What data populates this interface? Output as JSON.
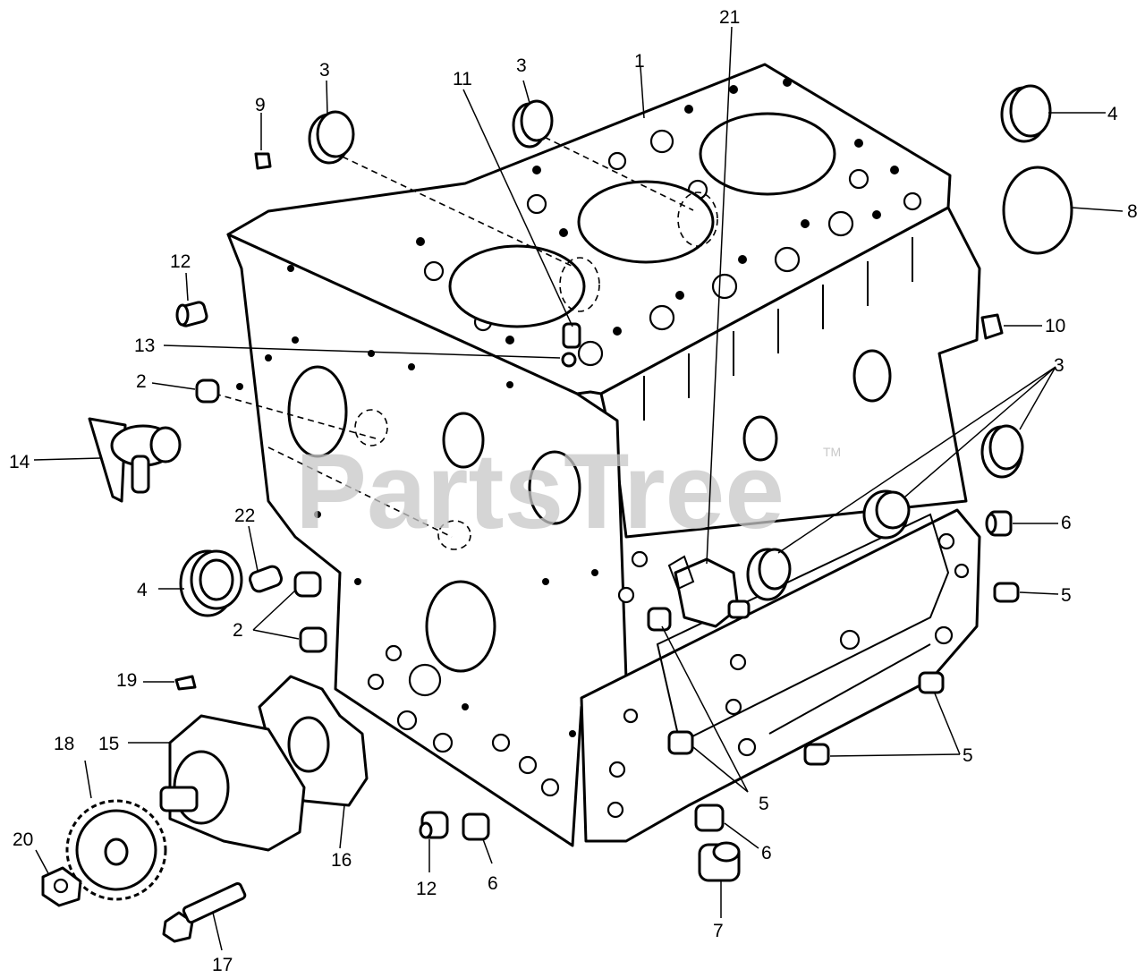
{
  "watermark": {
    "text": "PartsTree",
    "trademark": "TM"
  },
  "callouts": [
    {
      "id": "c1",
      "label": "1"
    },
    {
      "id": "c2a",
      "label": "2"
    },
    {
      "id": "c2b",
      "label": "2"
    },
    {
      "id": "c3a",
      "label": "3"
    },
    {
      "id": "c3b",
      "label": "3"
    },
    {
      "id": "c3c",
      "label": "3"
    },
    {
      "id": "c4a",
      "label": "4"
    },
    {
      "id": "c4b",
      "label": "4"
    },
    {
      "id": "c5a",
      "label": "5"
    },
    {
      "id": "c5b",
      "label": "5"
    },
    {
      "id": "c5c",
      "label": "5"
    },
    {
      "id": "c6a",
      "label": "6"
    },
    {
      "id": "c6b",
      "label": "6"
    },
    {
      "id": "c6c",
      "label": "6"
    },
    {
      "id": "c7",
      "label": "7"
    },
    {
      "id": "c8",
      "label": "8"
    },
    {
      "id": "c9",
      "label": "9"
    },
    {
      "id": "c10",
      "label": "10"
    },
    {
      "id": "c11",
      "label": "11"
    },
    {
      "id": "c12a",
      "label": "12"
    },
    {
      "id": "c12b",
      "label": "12"
    },
    {
      "id": "c13",
      "label": "13"
    },
    {
      "id": "c14",
      "label": "14"
    },
    {
      "id": "c15",
      "label": "15"
    },
    {
      "id": "c16",
      "label": "16"
    },
    {
      "id": "c17",
      "label": "17"
    },
    {
      "id": "c18",
      "label": "18"
    },
    {
      "id": "c19",
      "label": "19"
    },
    {
      "id": "c20",
      "label": "20"
    },
    {
      "id": "c21",
      "label": "21"
    },
    {
      "id": "c22",
      "label": "22"
    }
  ]
}
